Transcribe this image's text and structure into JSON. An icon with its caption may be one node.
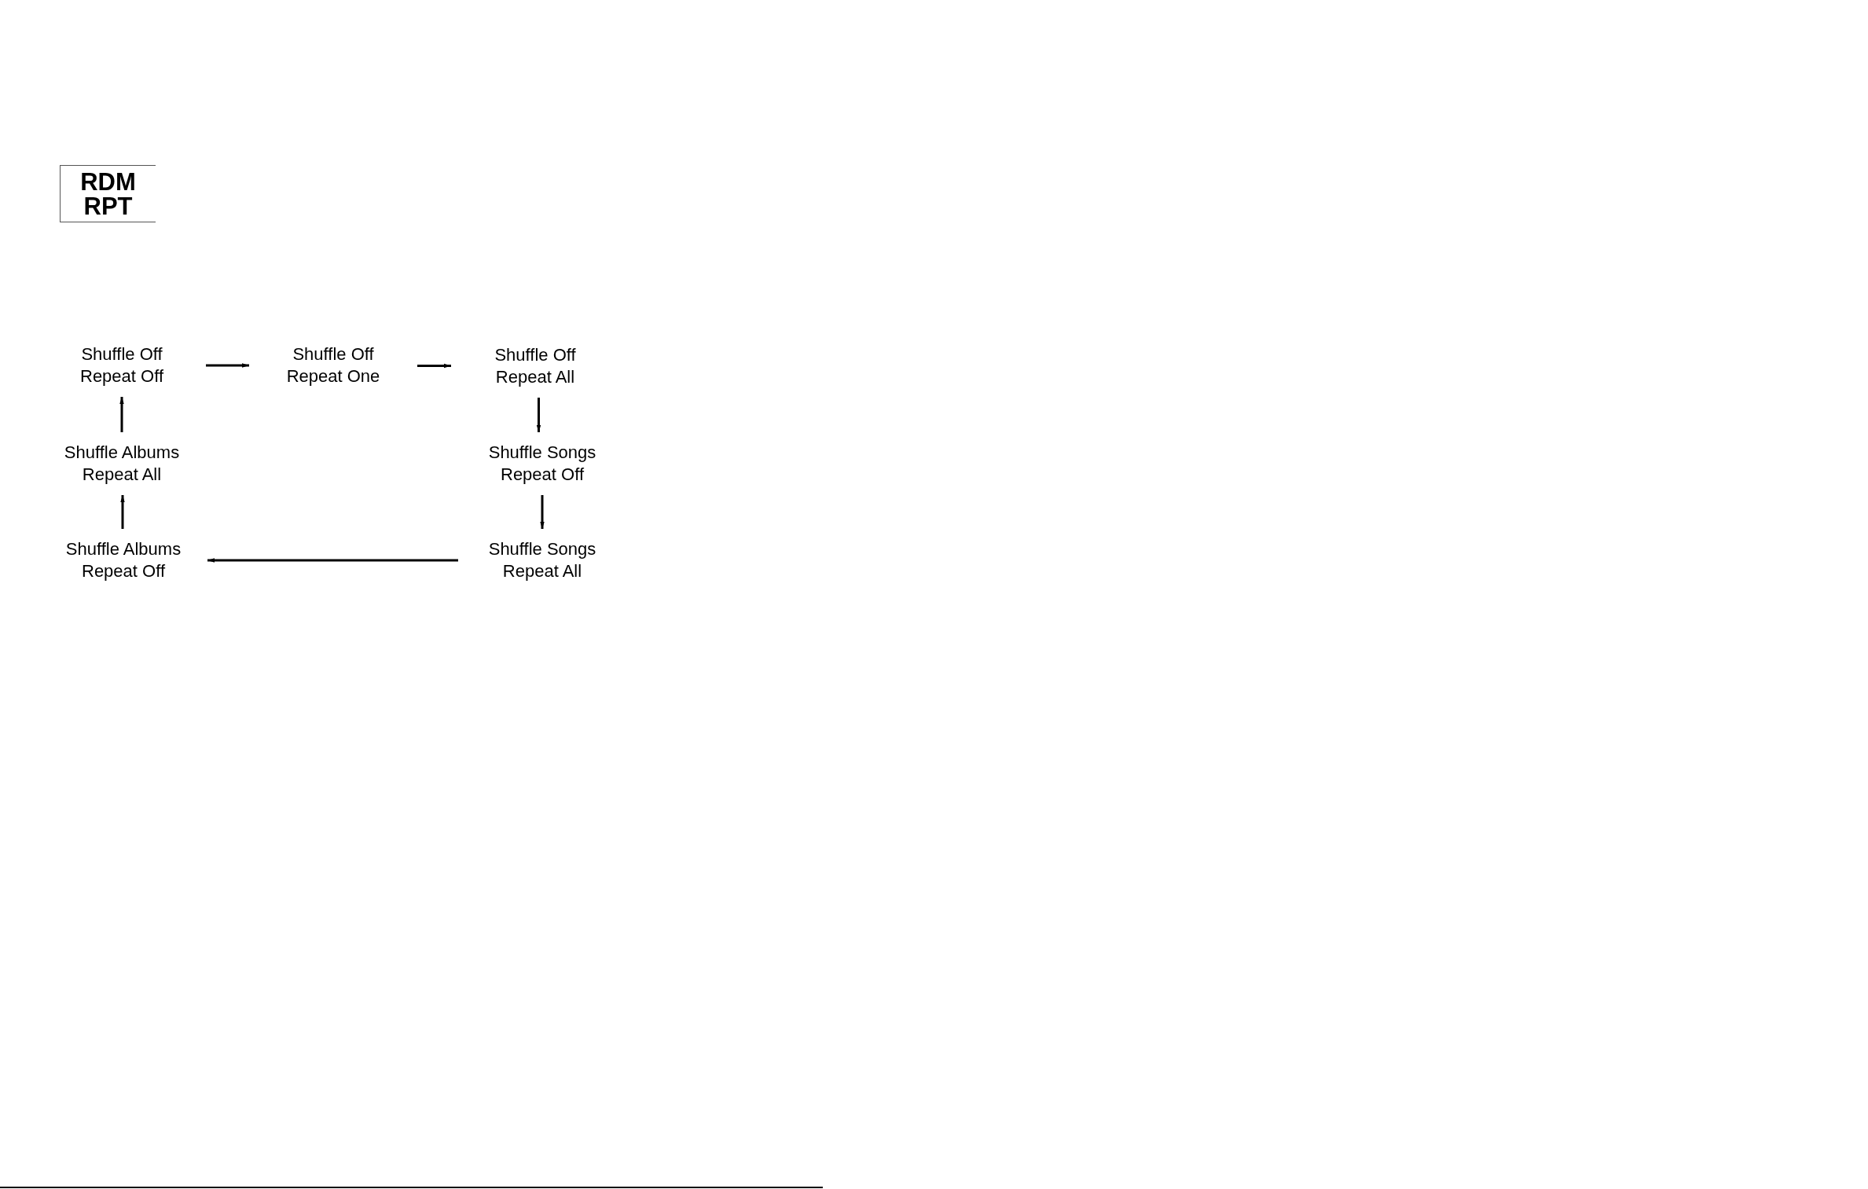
{
  "diagram": {
    "nodes": [
      {
        "text": [
          "Shuffle Off Repeat Off"
        ]
      },
      {
        "text": [
          "Shuffle Off Repeat One"
        ]
      },
      {
        "text": [
          "Shuffle Off Repeat All"
        ]
      },
      {
        "text": [
          "Shuffle Songs Repeat Off"
        ]
      },
      {
        "text": [
          "Shuffle Songs Repeat All"
        ]
      },
      {
        "text": [
          "Shuffle Albums Repeat Off"
        ]
      },
      {
        "text": [
          "Shuffle Albums Repeat All"
        ]
      }
    ],
    "edges": [
      {
        "from": 0,
        "to": 1,
        "arrow": "to"
      },
      {
        "from": 1,
        "to": 2,
        "arrow": "to"
      },
      {
        "from": 2,
        "to": 3,
        "arrow": "to"
      },
      {
        "from": 3,
        "to": 4,
        "arrow": "to"
      },
      {
        "from": 4,
        "to": 5,
        "arrow": "to"
      },
      {
        "from": 5,
        "to": 6,
        "arrow": "to"
      },
      {
        "from": 6,
        "to": 0,
        "arrow": "to"
      }
    ],
    "labels": [
      "RDM RPT"
    ]
  }
}
